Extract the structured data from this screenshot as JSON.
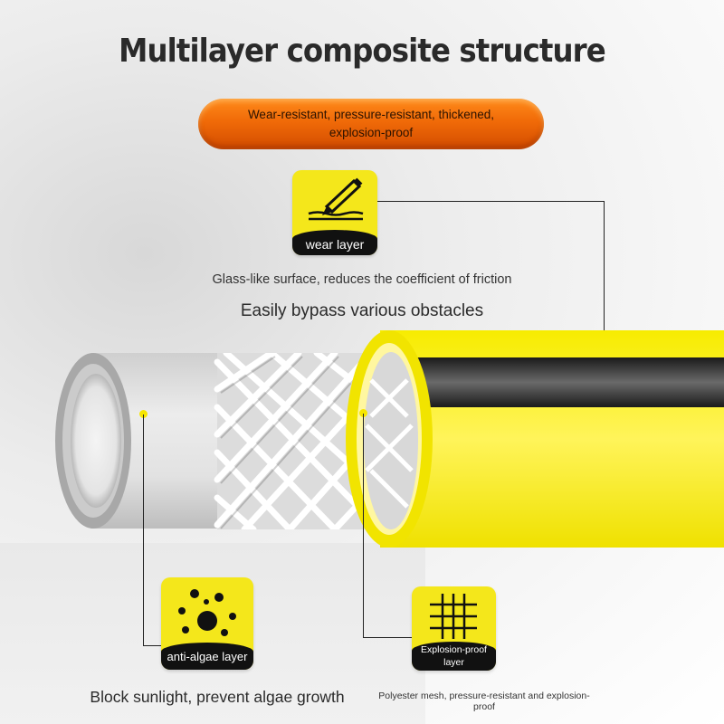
{
  "header": {
    "title": "Multilayer composite structure",
    "pill_text": "Wear-resistant, pressure-resistant, thickened, explosion-proof"
  },
  "wear_layer": {
    "badge_label": "wear layer",
    "icon": "scraper-icon",
    "desc_1": "Glass-like surface, reduces the coefficient of friction",
    "desc_2": "Easily bypass various obstacles"
  },
  "anti_algae_layer": {
    "badge_label": "anti-algae layer",
    "icon": "dots-cluster-icon",
    "desc": "Block sunlight, prevent algae growth"
  },
  "explosion_proof_layer": {
    "badge_label": "Explosion-proof layer",
    "icon": "mesh-grid-icon",
    "desc": "Polyester mesh, pressure-resistant and explosion-proof"
  },
  "colors": {
    "accent_yellow": "#f4e71b",
    "hose_yellow": "#f7ee00",
    "pill_orange": "#f06a08",
    "dark": "#111111"
  }
}
